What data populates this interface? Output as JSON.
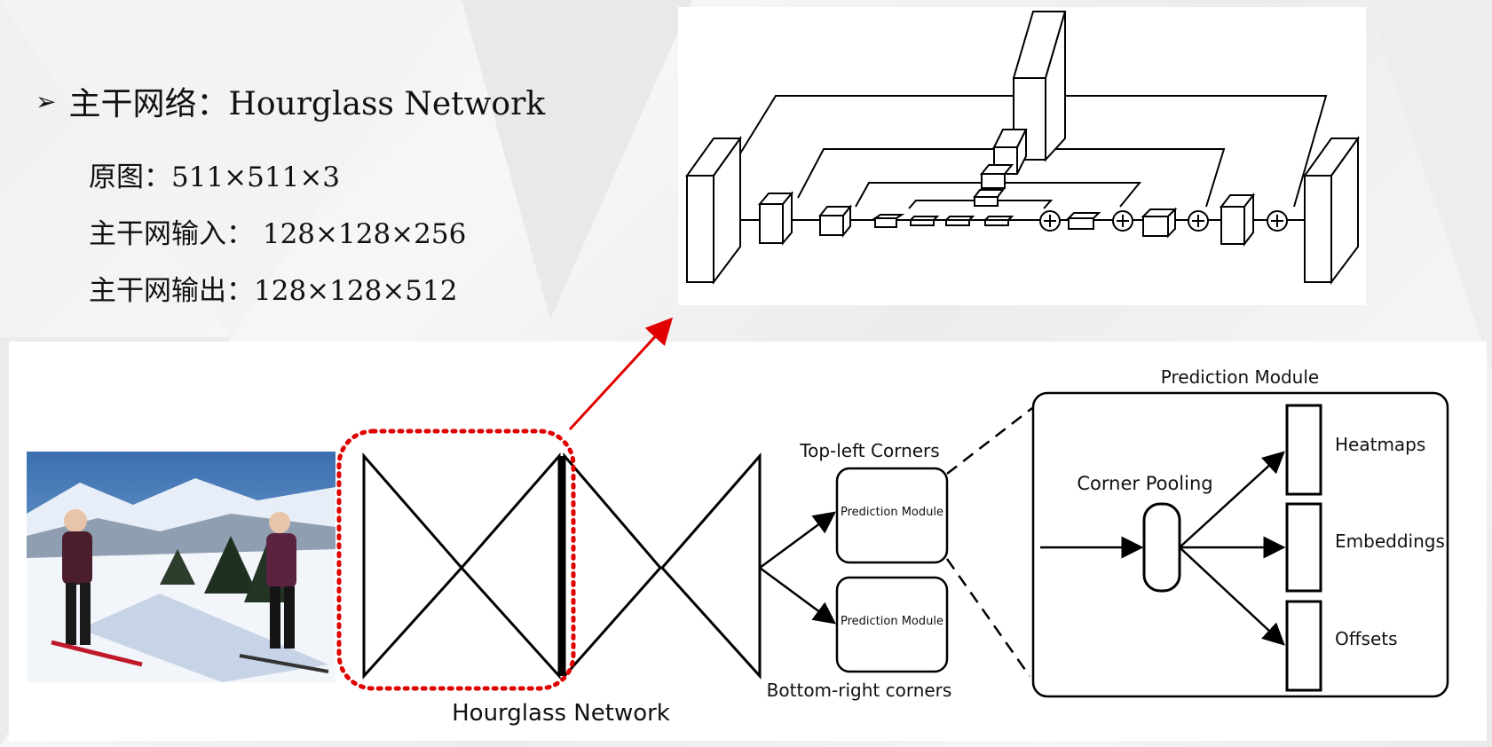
{
  "bullet": {
    "marker": "➢",
    "title": "主干网络：Hourglass Network"
  },
  "specs": [
    {
      "label": "原图：",
      "value": "511×511×3"
    },
    {
      "label": "主干网输入：",
      "value": " 128×128×256"
    },
    {
      "label": "主干网输出：",
      "value": "128×128×512"
    }
  ],
  "diagram": {
    "hourglass_label": "Hourglass Network",
    "top_left_label": "Top-left Corners",
    "bottom_right_label": "Bottom-right corners",
    "prediction_module_small": "Prediction Module",
    "prediction_module_title": "Prediction Module",
    "corner_pooling_label": "Corner Pooling",
    "outputs": [
      "Heatmaps",
      "Embeddings",
      "Offsets"
    ]
  },
  "colors": {
    "highlight": "#e00000",
    "line": "#000000"
  },
  "icons": [
    "plus-circle-icon",
    "arrow-right-icon"
  ]
}
